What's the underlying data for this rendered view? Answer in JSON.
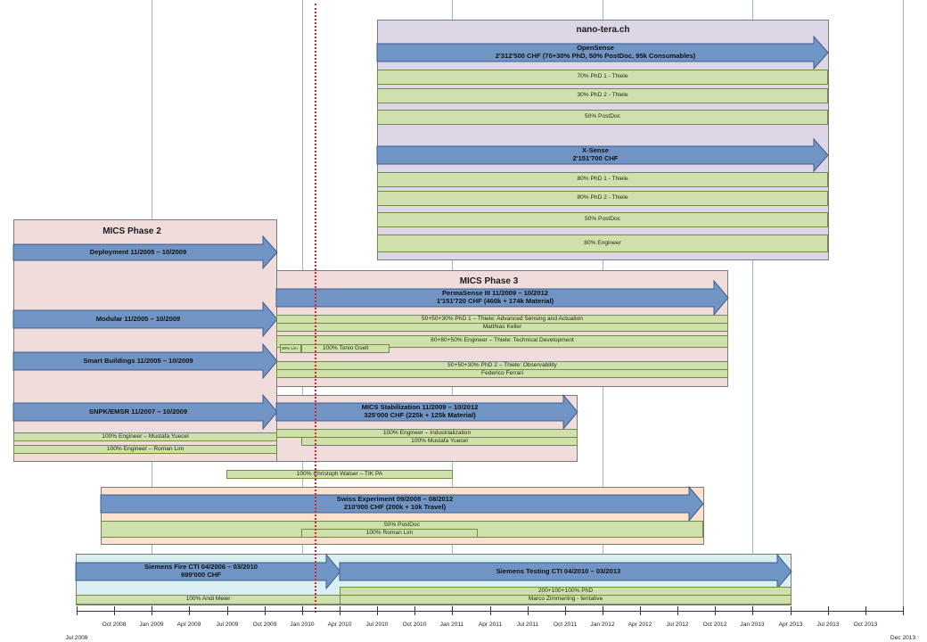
{
  "timeline": {
    "start_label": "Jul 2008",
    "end_label": "Dec 2013",
    "tick_labels": [
      "Oct 2008",
      "Jan 2009",
      "Apr 2009",
      "Jul 2009",
      "Oct 2009",
      "Jan 2010",
      "Apr 2010",
      "Jul 2010",
      "Oct 2010",
      "Jan 2011",
      "Apr 2011",
      "Jul 2011",
      "Oct 2011",
      "Jan 2012",
      "Apr 2012",
      "Jul 2012",
      "Oct 2012",
      "Jan 2013",
      "Apr 2013",
      "Jul 2013",
      "Oct 2013"
    ],
    "today_marker_color": "#e0202a"
  },
  "colors": {
    "arrow_fill": "#7094c4",
    "arrow_stroke": "#3f5e8c",
    "bar_fill": "#d0e0ac",
    "bar_border": "#6f8f3e",
    "nanotera_fill": "#dcd6e6",
    "mics_fill": "#f1dcdc",
    "swiss_fill": "#fbe2cf",
    "siemens_fill": "#daeff2"
  },
  "panels": {
    "nanotera": {
      "title": "nano-tera.ch"
    },
    "mics2": {
      "title": "MICS Phase 2"
    },
    "mics3": {
      "title": "MICS Phase 3"
    }
  },
  "arrows": {
    "opensense": {
      "line1": "OpenSense",
      "line2": "2'312'500 CHF (70+30% PhD, 50% PostDoc, 95k Consumables)"
    },
    "xsense": {
      "line1": "X-Sense",
      "line2": "2'151'700 CHF"
    },
    "deployment": {
      "line1": "Deployment 11/2005 – 10/2009",
      "line2": ""
    },
    "permasense": {
      "line1": "PermaSense III 11/2009 – 10/2012",
      "line2": "1'151'720 CHF (460k + 174k Material)"
    },
    "modular": {
      "line1": "Modular 11/2005 – 10/2009",
      "line2": ""
    },
    "smart_buildings": {
      "line1": "Smart Buildings 11/2005 – 10/2009",
      "line2": ""
    },
    "snpk": {
      "line1": "SNPK/EMSR 11/2007 – 10/2009",
      "line2": ""
    },
    "mics_stab": {
      "line1": "MICS Stabilization 11/2009 – 10/2012",
      "line2": "325'000 CHF (225k + 125k Material)"
    },
    "swiss_exp": {
      "line1": "Swiss Experiment 09/2008 – 08/2012",
      "line2": "210'000 CHF (200k + 10k Travel)"
    },
    "siemens_fire": {
      "line1": "Siemens Fire CTI 04/2006 – 03/2010",
      "line2": "699'000 CHF"
    },
    "siemens_testing": {
      "line1": "Siemens Testing CTI 04/2010 – 03/2013",
      "line2": ""
    }
  },
  "bars": {
    "os_phd1": "70% PhD 1 - Thiele",
    "os_phd2": "30% PhD 2 - Thiele",
    "os_postdoc": "50% PostDoc",
    "xs_phd1": "80% PhD 1 - Thiele",
    "xs_phd2": "80% PhD 2 - Thiele",
    "xs_postdoc": "50% PostDoc",
    "xs_engineer": "80% Engineer",
    "ps_phd1": "50+50+30% PhD 1 – Thiele: Advanced Sensing and Actuation",
    "ps_keller": "Matthias Keller",
    "ps_engineer": "80+80+50% Engineer – Thiele: Technical Development",
    "ps_lim": "30% Lim",
    "ps_gsell": "100% Tonio Gsell",
    "ps_phd2": "50+50+30% PhD 2 – Thiele: Observability",
    "ps_ferrari": "Federico Ferrari",
    "m2_yuecel": "100% Engineer – Mustafa Yuecel",
    "m2_lim": "100% Engineer – Roman Lim",
    "stab_industrial": "100% Engineer – Industrialization",
    "stab_yuecel": "100% Mustafa Yuecel",
    "walser": "100% Christoph Walser – TIK PA",
    "se_postdoc": "50% PostDoc",
    "se_lim": "100% Roman Lim",
    "sf_meier": "100% Andi Meier",
    "st_phd": "200+100+100% PhD",
    "st_zimmerling": "Marco Zimmerling - tentative"
  }
}
